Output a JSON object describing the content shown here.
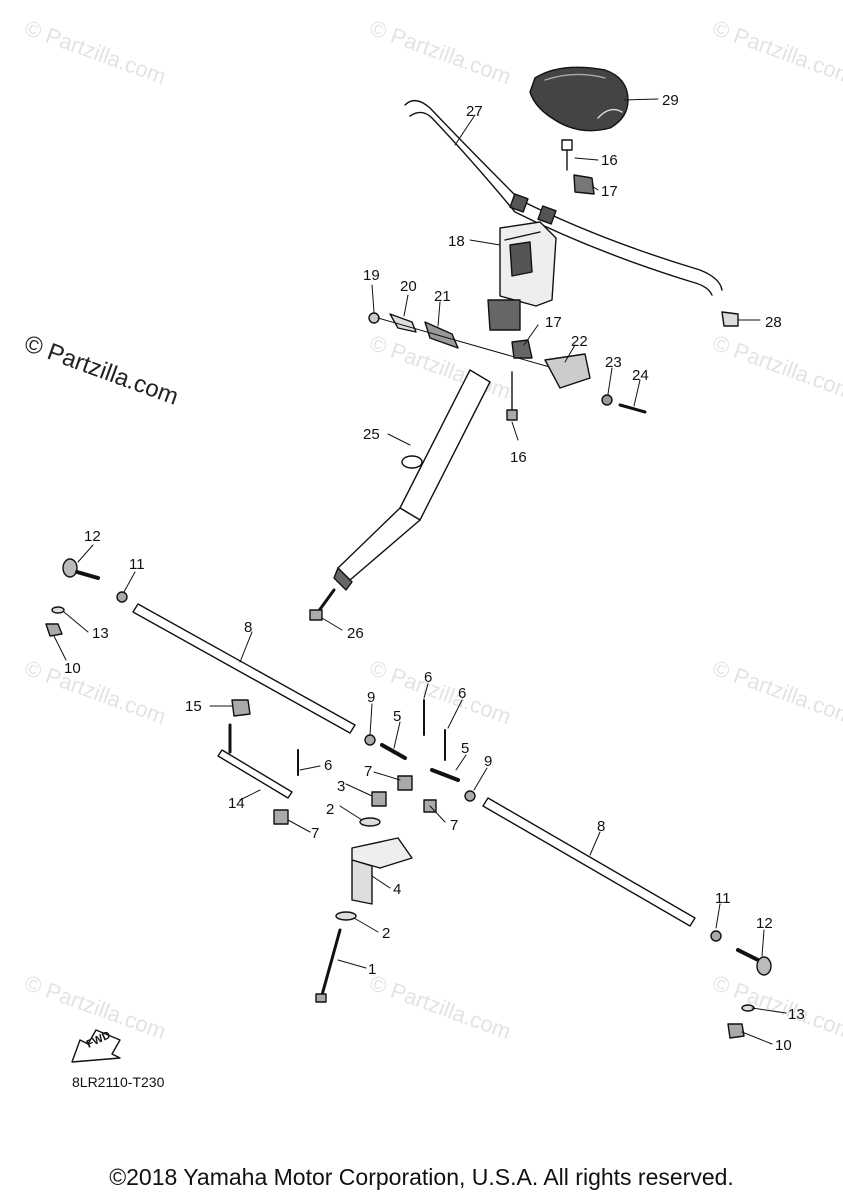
{
  "watermark": {
    "text": "© Partzilla.com",
    "faint_text": "© Partzilla.com"
  },
  "diagram_code": "8LR2110-T230",
  "fwd_label": "FWD",
  "copyright": "©2018 Yamaha Motor Corporation, U.S.A. All rights reserved.",
  "callouts": {
    "c1": "1",
    "c2a": "2",
    "c2b": "2",
    "c3": "3",
    "c4": "4",
    "c5a": "5",
    "c5b": "5",
    "c6a": "6",
    "c6b": "6",
    "c6c": "6",
    "c7a": "7",
    "c7b": "7",
    "c7c": "7",
    "c8a": "8",
    "c8b": "8",
    "c9a": "9",
    "c9b": "9",
    "c10a": "10",
    "c10b": "10",
    "c11a": "11",
    "c11b": "11",
    "c12a": "12",
    "c12b": "12",
    "c13a": "13",
    "c13b": "13",
    "c14": "14",
    "c15": "15",
    "c16a": "16",
    "c16b": "16",
    "c17a": "17",
    "c17b": "17",
    "c18": "18",
    "c19": "19",
    "c20": "20",
    "c21": "21",
    "c22": "22",
    "c23": "23",
    "c24": "24",
    "c25": "25",
    "c26": "26",
    "c27": "27",
    "c28": "28",
    "c29": "29"
  }
}
